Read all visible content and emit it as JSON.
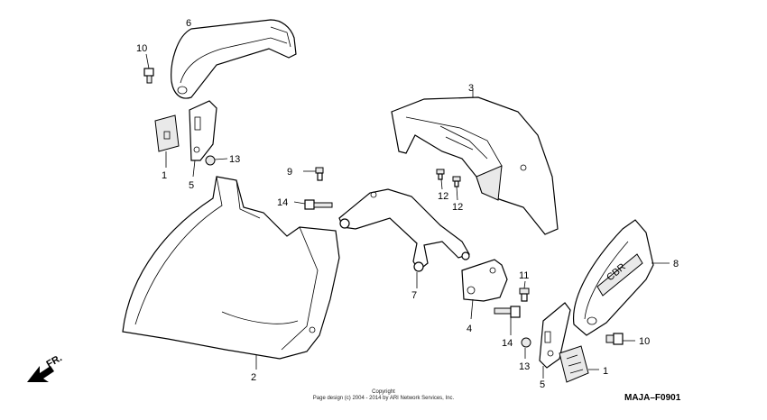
{
  "diagram": {
    "code": "MAJA–F0901",
    "direction": "FR.",
    "copyright_line1": "Copyright",
    "copyright_line2": "Page design (c) 2004 - 2014 by ARI Network Services, Inc.",
    "callouts": {
      "c1a": "1",
      "c1b": "1",
      "c2": "2",
      "c3": "3",
      "c4": "4",
      "c5a": "5",
      "c5b": "5",
      "c6": "6",
      "c7": "7",
      "c8": "8",
      "c9": "9",
      "c10a": "10",
      "c10b": "10",
      "c11": "11",
      "c12a": "12",
      "c12b": "12",
      "c13a": "13",
      "c13b": "13",
      "c14a": "14",
      "c14b": "14"
    },
    "emblem_text": "CBR"
  }
}
